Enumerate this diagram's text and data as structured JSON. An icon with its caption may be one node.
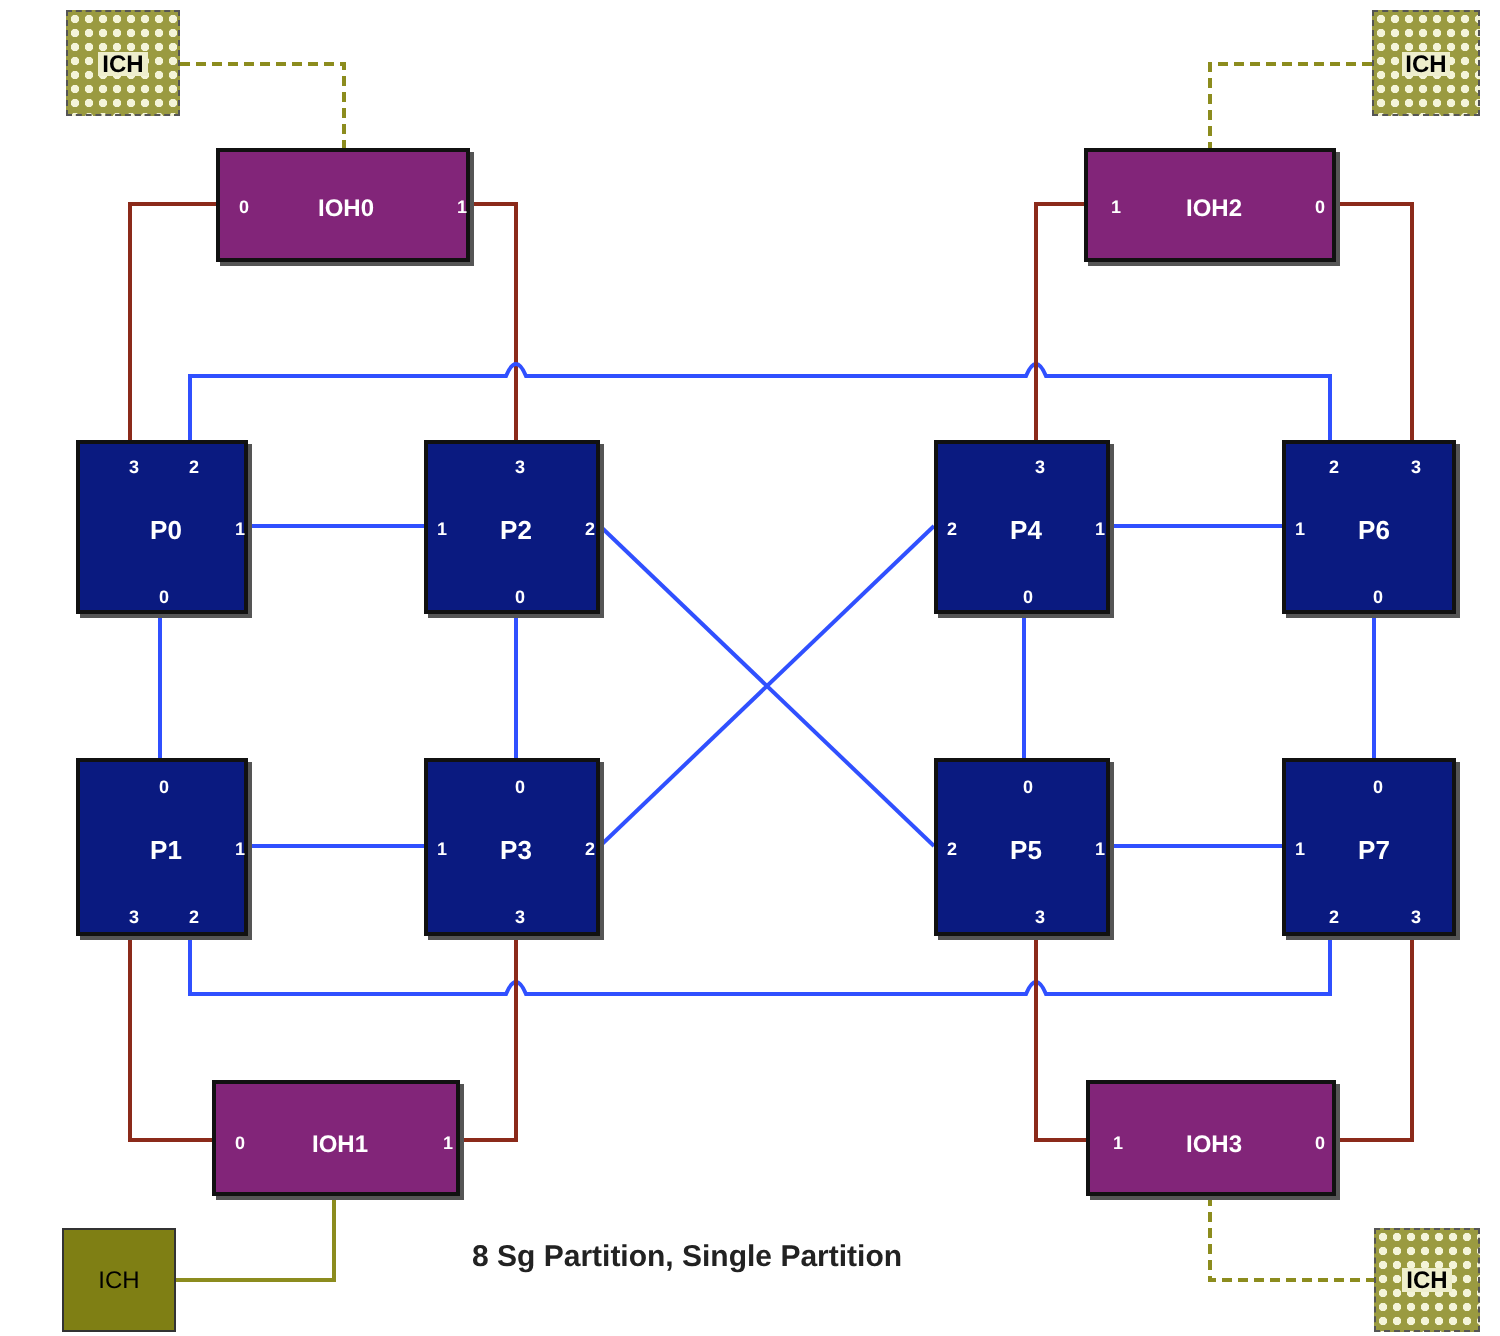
{
  "diagram": {
    "caption": "8 Sg Partition, Single Partition",
    "nodes": [
      {
        "text": [
          "ICH"
        ]
      },
      {
        "text": [
          "ICH"
        ]
      },
      {
        "text": [
          "0",
          "IOH0",
          "1"
        ]
      },
      {
        "text": [
          "1",
          "IOH2",
          "0"
        ]
      },
      {
        "text": [
          "3",
          "2",
          "P0",
          "1",
          "0"
        ]
      },
      {
        "text": [
          "3",
          "1",
          "P2",
          "2",
          "0"
        ]
      },
      {
        "text": [
          "3",
          "2",
          "P4",
          "1",
          "0"
        ]
      },
      {
        "text": [
          "2",
          "3",
          "1",
          "P6",
          "0"
        ]
      },
      {
        "text": [
          "0",
          "P1",
          "1",
          "3",
          "2"
        ]
      },
      {
        "text": [
          "0",
          "1",
          "P3",
          "2",
          "3"
        ]
      },
      {
        "text": [
          "0",
          "2",
          "P5",
          "1",
          "3"
        ]
      },
      {
        "text": [
          "0",
          "1",
          "P7",
          "2",
          "3"
        ]
      },
      {
        "text": [
          "0",
          "IOH1",
          "1"
        ]
      },
      {
        "text": [
          "1",
          "IOH3",
          "0"
        ]
      },
      {
        "text": [
          "ICH"
        ]
      },
      {
        "text": [
          "ICH"
        ]
      }
    ],
    "edges": [
      {
        "from": 0,
        "to": 2,
        "arrow": "none",
        "style": "dashed",
        "color": "#8c8c1e"
      },
      {
        "from": 2,
        "to": 4,
        "arrow": "none",
        "color": "#8b2a1a"
      },
      {
        "from": 2,
        "to": 5,
        "arrow": "none",
        "color": "#8b2a1a"
      },
      {
        "from": 4,
        "to": 7,
        "arrow": "none"
      },
      {
        "from": 4,
        "to": 5,
        "arrow": "none"
      },
      {
        "from": 4,
        "to": 8,
        "arrow": "none"
      },
      {
        "from": 5,
        "to": 9,
        "arrow": "none"
      },
      {
        "from": 5,
        "to": 10,
        "arrow": "none"
      },
      {
        "from": 9,
        "to": 6,
        "arrow": "none"
      },
      {
        "from": 6,
        "to": 7,
        "arrow": "none"
      },
      {
        "from": 6,
        "to": 10,
        "arrow": "none"
      },
      {
        "from": 7,
        "to": 11,
        "arrow": "none"
      },
      {
        "from": 8,
        "to": 9,
        "arrow": "none"
      },
      {
        "from": 10,
        "to": 11,
        "arrow": "none"
      },
      {
        "from": 8,
        "to": 11,
        "arrow": "none"
      },
      {
        "from": 8,
        "to": 12,
        "arrow": "none",
        "color": "#8b2a1a"
      },
      {
        "from": 9,
        "to": 12,
        "arrow": "none",
        "color": "#8b2a1a"
      },
      {
        "from": 12,
        "to": 14,
        "arrow": "none",
        "color": "#8c8c1e"
      },
      {
        "from": 3,
        "to": 6,
        "arrow": "none",
        "color": "#8b2a1a"
      },
      {
        "from": 3,
        "to": 7,
        "arrow": "none",
        "color": "#8b2a1a"
      },
      {
        "from": 1,
        "to": 3,
        "arrow": "none",
        "style": "dashed",
        "color": "#8c8c1e"
      },
      {
        "from": 13,
        "to": 10,
        "arrow": "none",
        "color": "#8b2a1a"
      },
      {
        "from": 13,
        "to": 11,
        "arrow": "none",
        "color": "#8b2a1a"
      },
      {
        "from": 13,
        "to": 15,
        "arrow": "none",
        "style": "dashed",
        "color": "#8c8c1e"
      }
    ]
  }
}
